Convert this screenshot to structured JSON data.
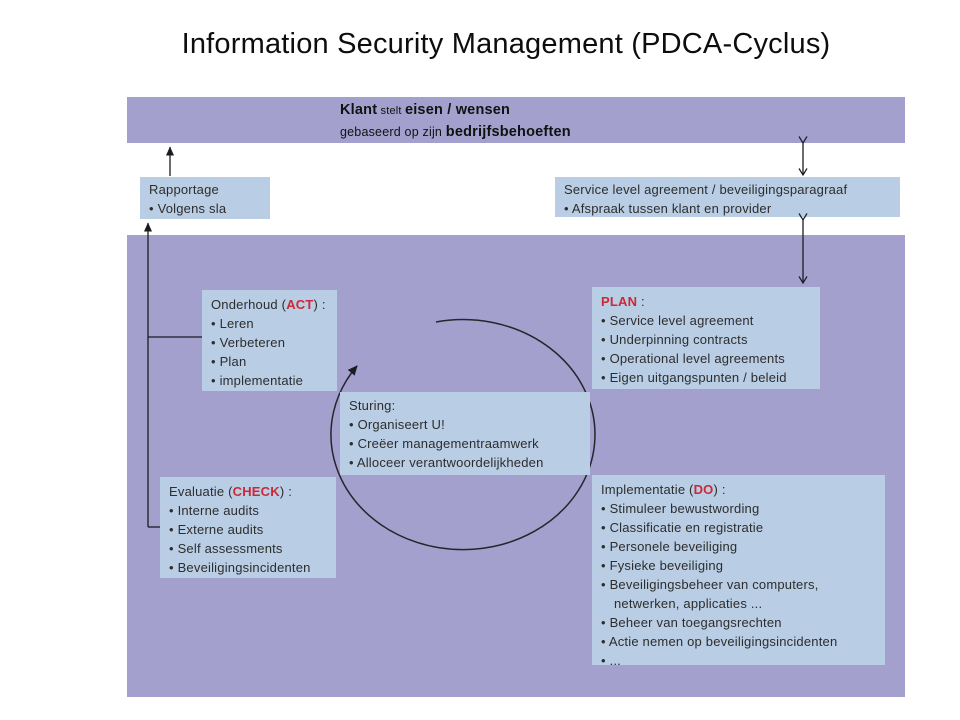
{
  "title": "Information Security Management (PDCA-Cyclus)",
  "colors": {
    "purple": "#a3a0cd",
    "box_blue": "#b9cde4",
    "accent_red": "#cc2936",
    "line": "#1c1b22"
  },
  "banner": {
    "line1_bold1": "Klant",
    "line1_small": " stelt ",
    "line1_bold2": "eisen / wensen",
    "line2_regular": "gebaseerd op zijn ",
    "line2_bold": "bedrijfsbehoeften"
  },
  "rapportage_box": {
    "title": "Rapportage",
    "bullets": [
      "Volgens sla"
    ]
  },
  "sla_box": {
    "title": "Service level agreement  / beveiligingsparagraaf",
    "bullets": [
      "Afspraak tussen klant en provider"
    ]
  },
  "act_box": {
    "prefix": "Onderhoud (",
    "keyword": "ACT",
    "suffix": ") :",
    "bullets": [
      "Leren",
      "Verbeteren",
      "Plan",
      "implementatie"
    ]
  },
  "plan_box": {
    "prefix": "",
    "keyword": "PLAN",
    "suffix": " :",
    "bullets": [
      "Service level agreement",
      "Underpinning contracts",
      "Operational level agreements",
      "Eigen uitgangspunten / beleid"
    ]
  },
  "sturing_box": {
    "title": "Sturing:",
    "bullets": [
      "Organiseert U!",
      "Creëer managementraamwerk",
      "Alloceer verantwoordelijkheden"
    ]
  },
  "check_box": {
    "prefix": "Evaluatie (",
    "keyword": "CHECK",
    "suffix": ") :",
    "bullets": [
      "Interne audits",
      "Externe audits",
      "Self assessments",
      "Beveiligingsincidenten"
    ]
  },
  "do_box": {
    "prefix": "Implementatie (",
    "keyword": "DO",
    "suffix": ") :",
    "bullets": [
      "Stimuleer bewustwording",
      "Classificatie en registratie",
      "Personele beveiliging",
      "Fysieke beveiliging",
      "Beveiligingsbeheer van computers, netwerken, applicaties ...",
      "Beheer van toegangsrechten",
      "Actie nemen op beveiligingsincidenten",
      "..."
    ]
  }
}
